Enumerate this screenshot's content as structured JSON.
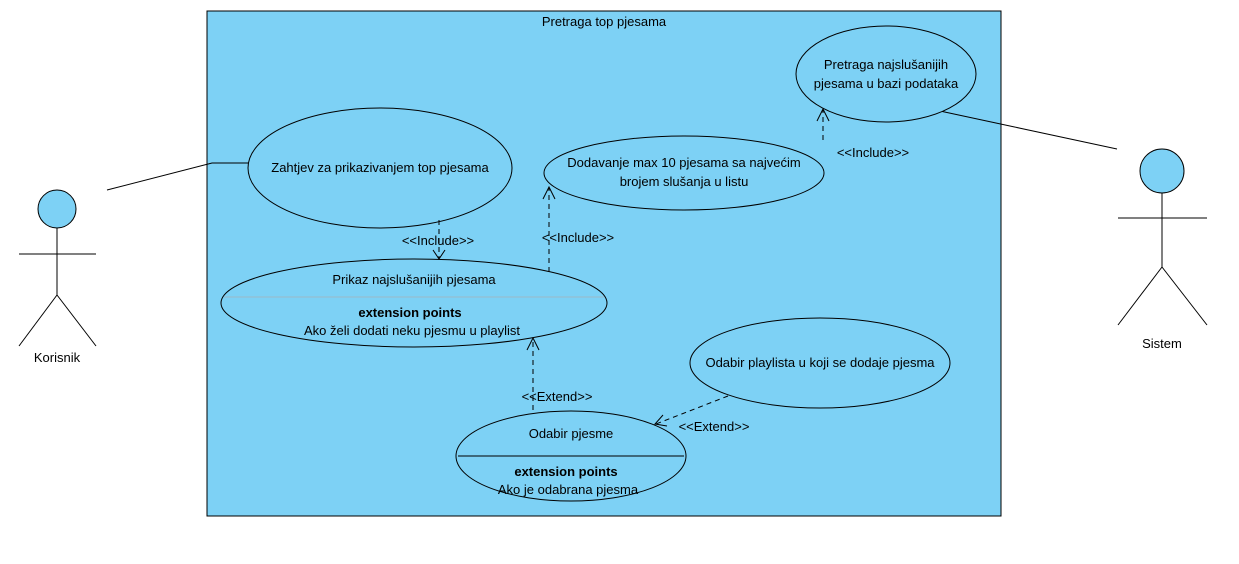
{
  "system": {
    "title": "Pretraga top pjesama",
    "fill_color": "#7dd1f5"
  },
  "actors": {
    "korisnik": "Korisnik",
    "sistem": "Sistem"
  },
  "use_cases": {
    "zahtjev": "Zahtjev za prikazivanjem top pjesama",
    "prikaz": "Prikaz najslušanijih pjesama",
    "prikaz_ext_title": "extension points",
    "prikaz_ext_point": "Ako želi dodati neku pjesmu u playlist",
    "dodavanje_line1": "Dodavanje max 10 pjesama sa najvećim",
    "dodavanje_line2": "brojem slušanja u listu",
    "pretraga_line1": "Pretraga najslušanijih",
    "pretraga_line2": "pjesama u bazi podataka",
    "odabir_pjesme": "Odabir pjesme",
    "odabir_ext_title": "extension points",
    "odabir_ext_point": "Ako je odabrana pjesma",
    "odabir_playlista": "Odabir playlista u koji se dodaje pjesma"
  },
  "relations": {
    "include_1": "<<Include>>",
    "include_2": "<<Include>>",
    "include_3": "<<Include>>",
    "extend_1": "<<Extend>>",
    "extend_2": "<<Extend>>"
  }
}
